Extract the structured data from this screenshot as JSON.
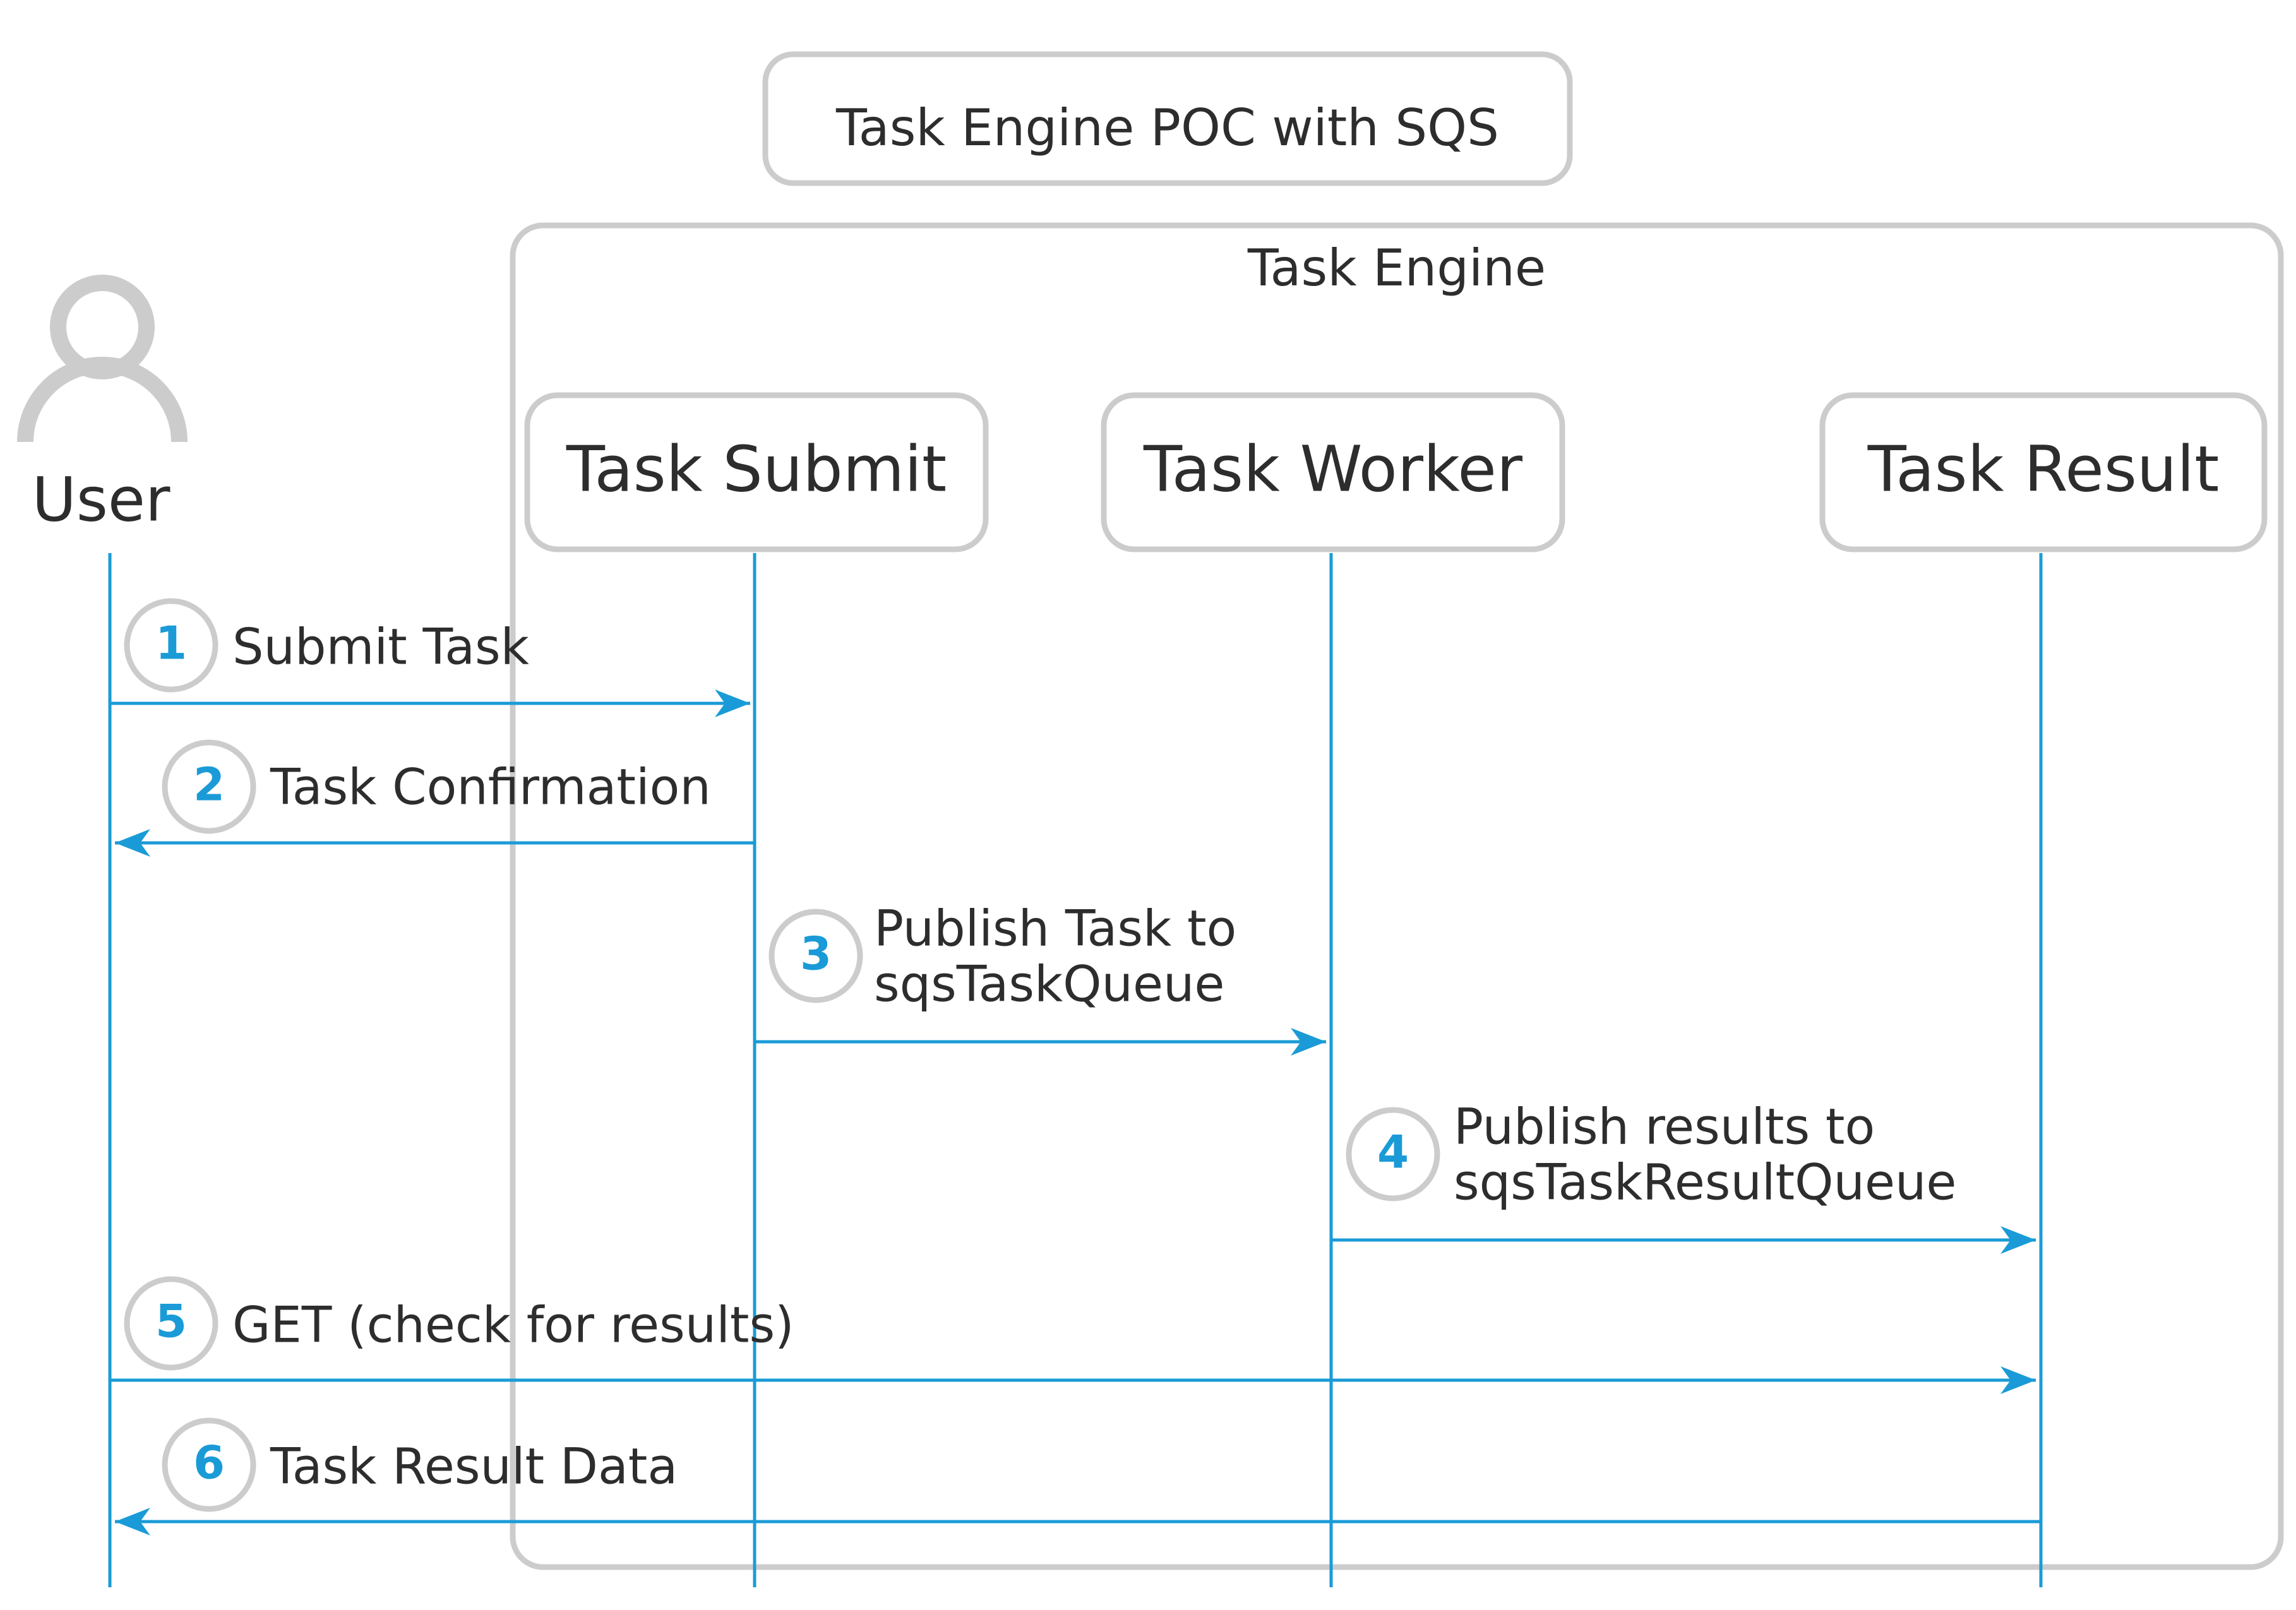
{
  "title": "Task Engine POC with SQS",
  "group": {
    "label": "Task Engine"
  },
  "actor": {
    "label": "User",
    "icon": "user-icon"
  },
  "participants": [
    {
      "id": "submit",
      "label": "Task Submit"
    },
    {
      "id": "worker",
      "label": "Task Worker"
    },
    {
      "id": "result",
      "label": "Task Result"
    }
  ],
  "messages": [
    {
      "step": "1",
      "from": "user",
      "to": "submit",
      "lines": [
        "Submit Task"
      ]
    },
    {
      "step": "2",
      "from": "submit",
      "to": "user",
      "lines": [
        "Task Confirmation"
      ]
    },
    {
      "step": "3",
      "from": "submit",
      "to": "worker",
      "lines": [
        "Publish Task to",
        "sqsTaskQueue"
      ]
    },
    {
      "step": "4",
      "from": "worker",
      "to": "result",
      "lines": [
        "Publish results to",
        "sqsTaskResultQueue"
      ]
    },
    {
      "step": "5",
      "from": "user",
      "to": "result",
      "lines": [
        "GET (check for results)"
      ]
    },
    {
      "step": "6",
      "from": "result",
      "to": "user",
      "lines": [
        "Task Result Data"
      ]
    }
  ],
  "colors": {
    "accent": "#1a9bd7",
    "box_border": "#cccccc",
    "text": "#2d2d2d"
  }
}
